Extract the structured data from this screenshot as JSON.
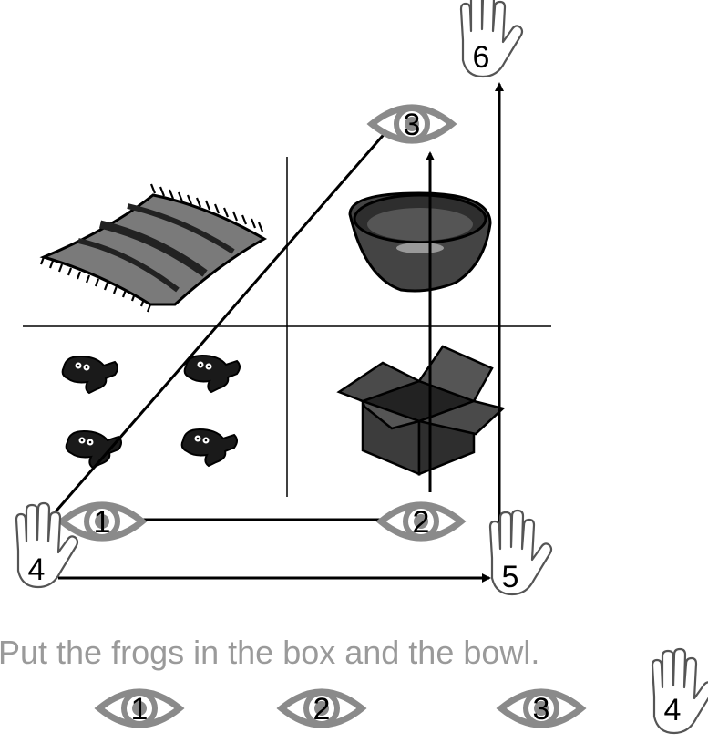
{
  "instruction": "Put the frogs in the box and the bowl.",
  "objects": {
    "rug": "rug",
    "bowl": "bowl",
    "box": "box",
    "frogs": [
      "frog",
      "frog",
      "frog",
      "frog"
    ]
  },
  "markers": {
    "eye1": "1",
    "eye2": "2",
    "eye3": "3",
    "hand4": "4",
    "hand5": "5",
    "hand6": "6"
  },
  "sequence": [
    {
      "type": "eye",
      "label": "1"
    },
    {
      "type": "eye",
      "label": "2"
    },
    {
      "type": "eye",
      "label": "3"
    },
    {
      "type": "hand",
      "label": "4"
    }
  ],
  "colors": {
    "eye_gray": "#8a8a8a",
    "object_dark": "#3a3a3a",
    "instruction_gray": "#9a9a9a"
  }
}
